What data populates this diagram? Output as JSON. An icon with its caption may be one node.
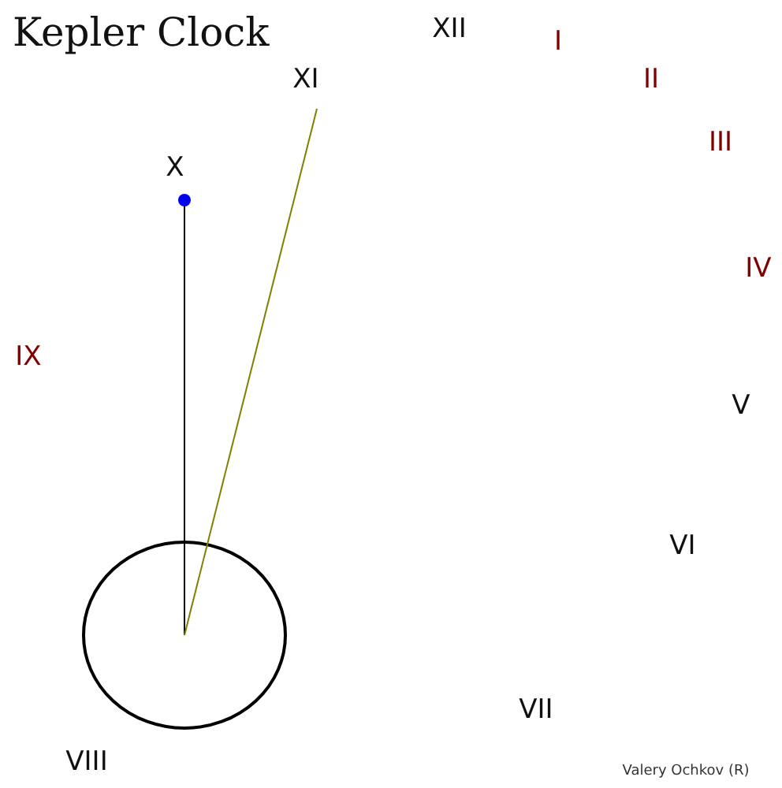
{
  "diagram": {
    "title": "Kepler Clock",
    "labels": [
      "XII",
      "I",
      "XI",
      "II",
      "III",
      "X",
      "IV",
      "IX",
      "V",
      "VI",
      "VII",
      "VIII",
      "Valery Ochkov (R)"
    ]
  }
}
